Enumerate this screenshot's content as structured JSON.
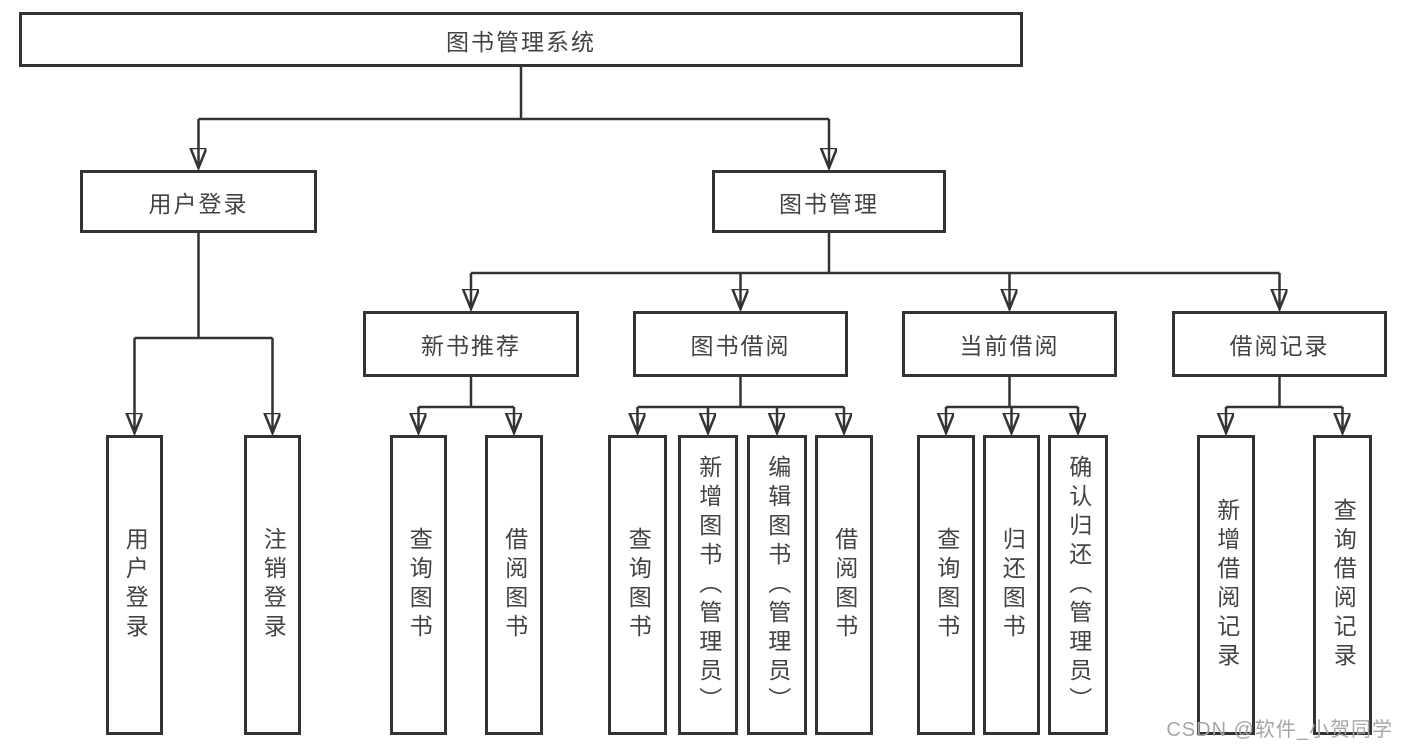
{
  "diagram_title": "图书管理系统",
  "nodes": {
    "root": "图书管理系统",
    "user_login": "用户登录",
    "book_mgmt": "图书管理",
    "new_book_rec": "新书推荐",
    "book_borrow": "图书借阅",
    "current_borrow": "当前借阅",
    "borrow_record": "借阅记录",
    "leaf_user_login": "用户登录",
    "leaf_logout": "注销登录",
    "leaf_query_book_a": "查询图书",
    "leaf_borrow_book_a": "借阅图书",
    "leaf_query_book_b": "查询图书",
    "leaf_add_book": "新增图书（管理员）",
    "leaf_edit_book": "编辑图书（管理员）",
    "leaf_borrow_book_b": "借阅图书",
    "leaf_query_book_c": "查询图书",
    "leaf_return_book": "归还图书",
    "leaf_confirm_return": "确认归还（管理员）",
    "leaf_add_record": "新增借阅记录",
    "leaf_query_record": "查询借阅记录"
  },
  "watermark": "CSDN @软件_小贺同学",
  "colors": {
    "line": "#333333",
    "border": "#333333",
    "text": "#434343",
    "watermark": "#a6a6a8",
    "background": "#ffffff"
  }
}
